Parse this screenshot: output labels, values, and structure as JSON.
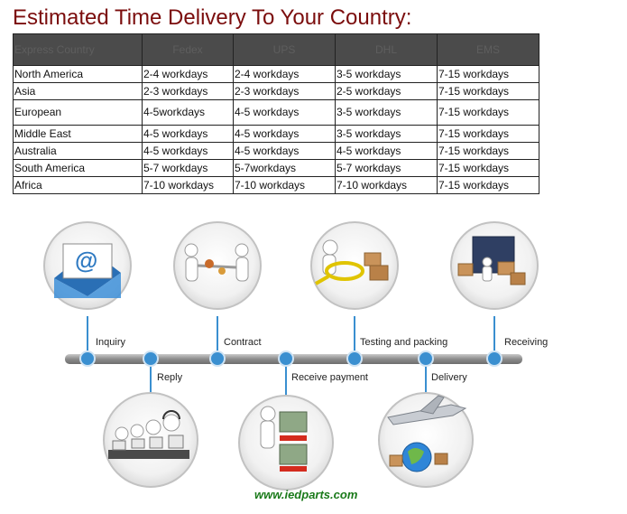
{
  "title": "Estimated Time Delivery To Your Country:",
  "table": {
    "headers": [
      "Express Country",
      "Fedex",
      "UPS",
      "DHL",
      "EMS"
    ],
    "rows": [
      [
        "North America",
        "2-4 workdays",
        "2-4 workdays",
        "3-5 workdays",
        "7-15 workdays"
      ],
      [
        "Asia",
        "2-3 workdays",
        "2-3 workdays",
        "2-5 workdays",
        "7-15 workdays"
      ],
      [
        "European",
        "4-5workdays",
        "4-5 workdays",
        "3-5 workdays",
        "7-15 workdays"
      ],
      [
        "Middle East",
        "4-5 workdays",
        "4-5 workdays",
        "3-5 workdays",
        "7-15 workdays"
      ],
      [
        "Australia",
        "4-5 workdays",
        "4-5 workdays",
        "4-5 workdays",
        "7-15 workdays"
      ],
      [
        "South America",
        "5-7 workdays",
        "5-7workdays",
        "5-7 workdays",
        "7-15 workdays"
      ],
      [
        "Africa",
        "7-10 workdays",
        "7-10 workdays",
        "7-10 workdays",
        "7-15 workdays"
      ]
    ]
  },
  "process": {
    "steps": [
      "Inquiry",
      "Reply",
      "Contract",
      "Receive payment",
      "Testing and packing",
      "Delivery",
      "Receiving"
    ],
    "icons": [
      "email-icon",
      "call-center-icon",
      "handshake-icon",
      "money-icon",
      "magnifier-inspection-icon",
      "airplane-globe-icon",
      "warehouse-truck-icon"
    ],
    "accent": "#3a8fd0",
    "website": "www.iedparts.com"
  }
}
